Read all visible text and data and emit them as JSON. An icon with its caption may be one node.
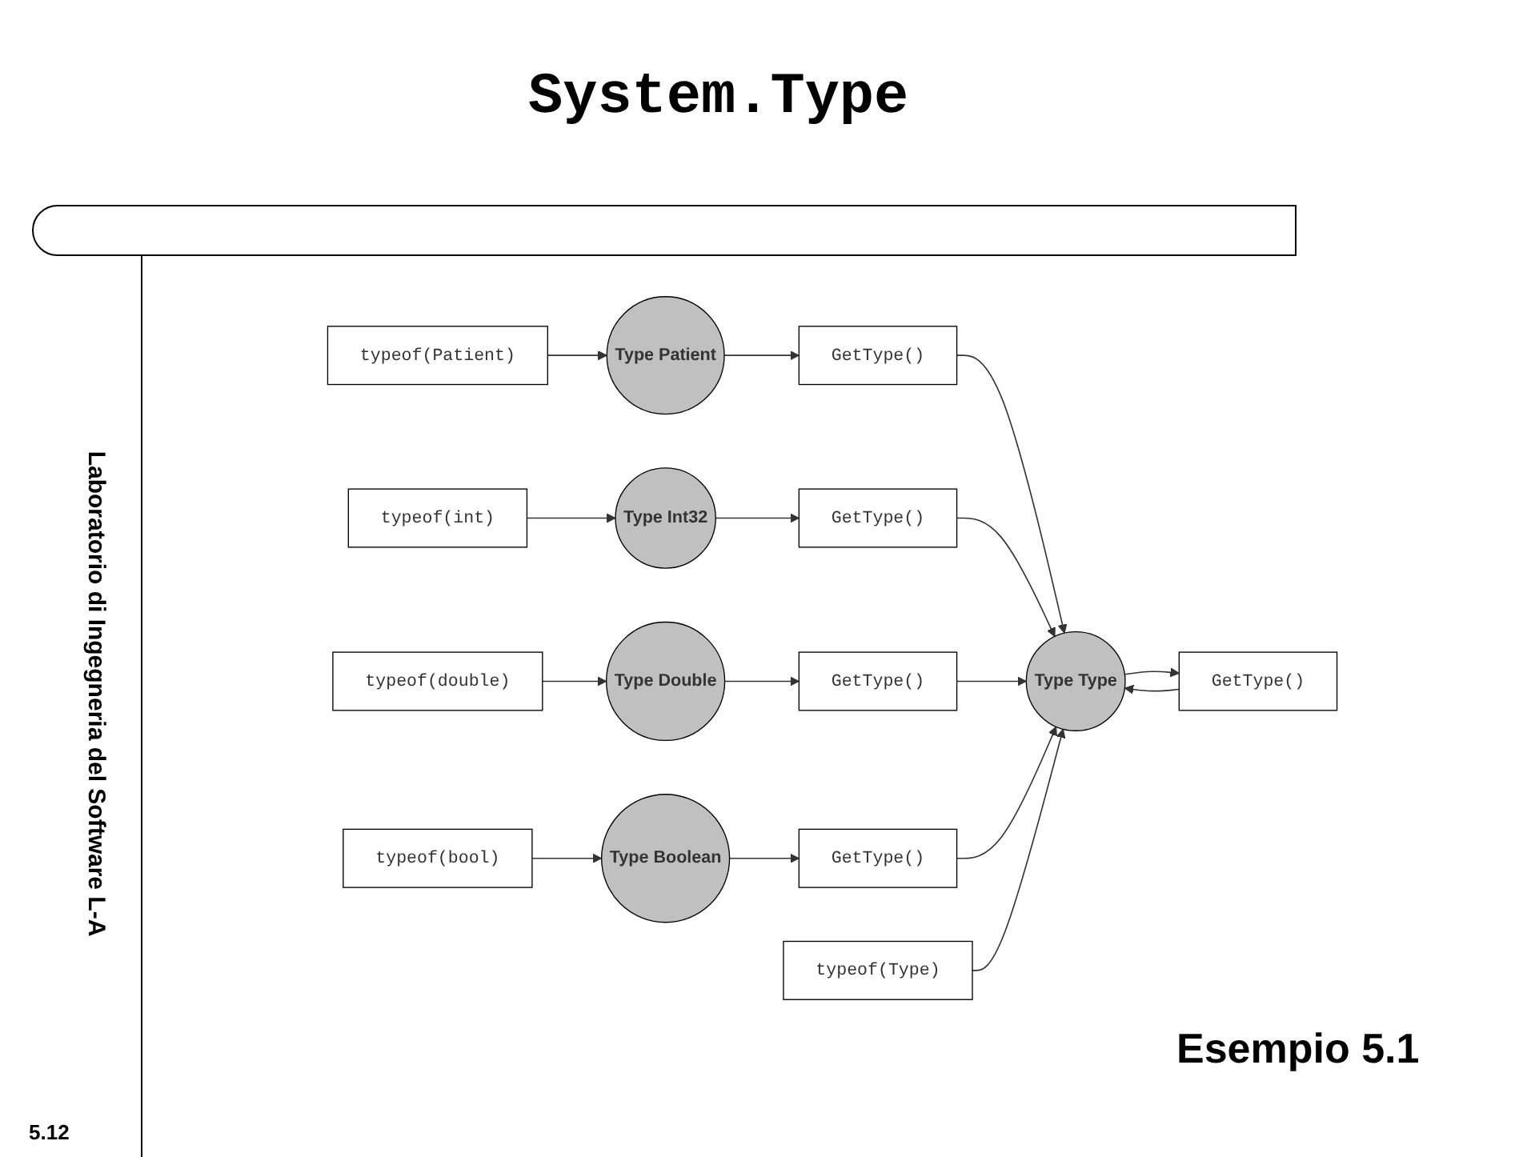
{
  "diagram": {
    "title": "System.Type",
    "nodes": [
      {
        "text": [
          "typeof(Patient)"
        ]
      },
      {
        "text": [
          "Type Patient"
        ]
      },
      {
        "text": [
          "GetType()"
        ]
      },
      {
        "text": [
          "typeof(int)"
        ]
      },
      {
        "text": [
          "Type Int32"
        ]
      },
      {
        "text": [
          "GetType()"
        ]
      },
      {
        "text": [
          "typeof(double)"
        ]
      },
      {
        "text": [
          "Type Double"
        ]
      },
      {
        "text": [
          "GetType()"
        ]
      },
      {
        "text": [
          "typeof(bool)"
        ]
      },
      {
        "text": [
          "Type Boolean"
        ]
      },
      {
        "text": [
          "GetType()"
        ]
      },
      {
        "text": [
          "Type Type"
        ]
      },
      {
        "text": [
          "GetType()"
        ]
      },
      {
        "text": [
          "typeof(Type)"
        ]
      }
    ],
    "edges": [
      {
        "from": 0,
        "to": 1,
        "arrow": "to"
      },
      {
        "from": 1,
        "to": 2,
        "arrow": "to"
      },
      {
        "from": 3,
        "to": 4,
        "arrow": "to"
      },
      {
        "from": 4,
        "to": 5,
        "arrow": "to"
      },
      {
        "from": 6,
        "to": 7,
        "arrow": "to"
      },
      {
        "from": 7,
        "to": 8,
        "arrow": "to"
      },
      {
        "from": 9,
        "to": 10,
        "arrow": "to"
      },
      {
        "from": 10,
        "to": 11,
        "arrow": "to"
      },
      {
        "from": 2,
        "to": 12,
        "arrow": "to"
      },
      {
        "from": 5,
        "to": 12,
        "arrow": "to"
      },
      {
        "from": 8,
        "to": 12,
        "arrow": "to"
      },
      {
        "from": 11,
        "to": 12,
        "arrow": "to"
      },
      {
        "from": 12,
        "to": 13,
        "arrow": "to"
      },
      {
        "from": 13,
        "to": 12,
        "arrow": "to"
      },
      {
        "from": 14,
        "to": 12,
        "arrow": "to"
      }
    ],
    "labels": [
      "Laboratorio di Ingegneria del Software L-A",
      "5.12",
      "Esempio 5.1"
    ]
  }
}
